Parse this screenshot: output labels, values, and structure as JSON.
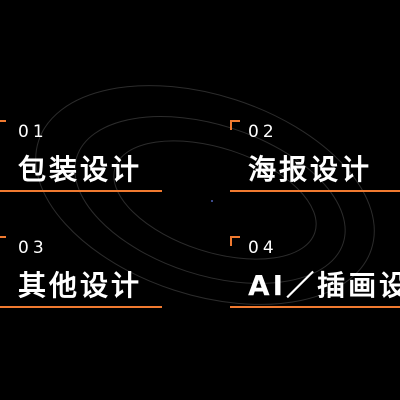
{
  "colors": {
    "background": "#000000",
    "accent": "#f07a30",
    "text": "#ffffff",
    "ring": "#2a2a2a"
  },
  "cards": [
    {
      "number": "01",
      "title": "包装设计"
    },
    {
      "number": "02",
      "title": "海报设计"
    },
    {
      "number": "03",
      "title": "其他设计"
    },
    {
      "number": "04",
      "title": "AI／插画设计"
    }
  ]
}
